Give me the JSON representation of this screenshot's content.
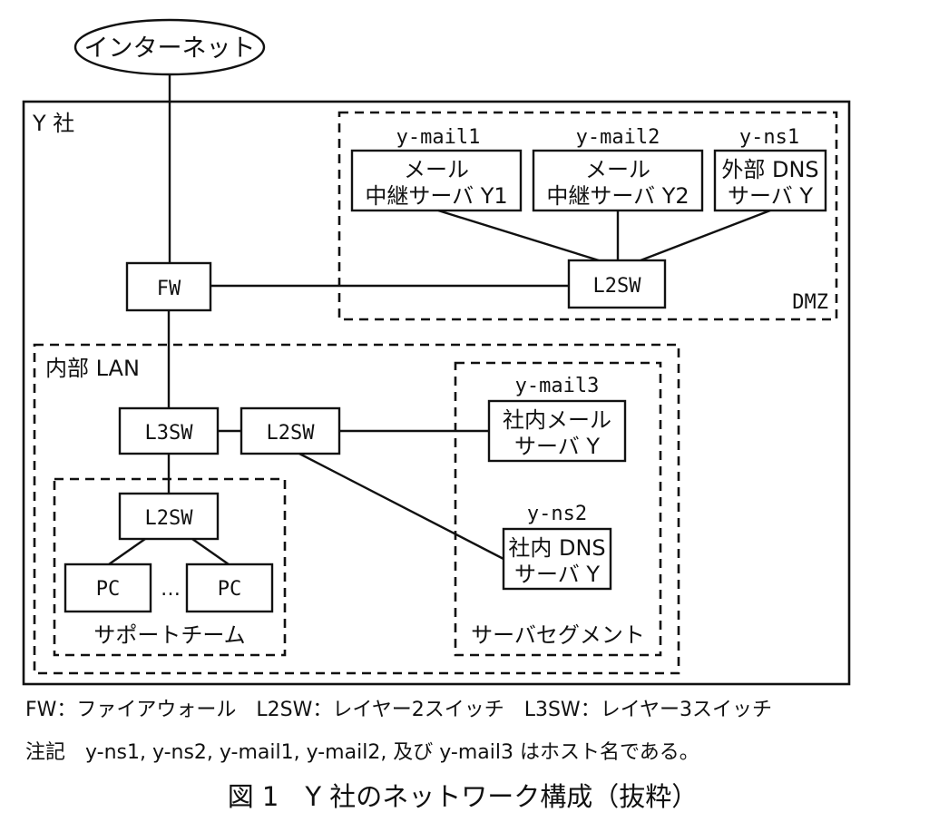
{
  "internet": "インターネット",
  "company": "Y 社",
  "dmz": {
    "label": "DMZ",
    "hosts": [
      "y-mail1",
      "y-mail2",
      "y-ns1"
    ],
    "servers": [
      {
        "line1": "メール",
        "line2": "中継サーバ Y1"
      },
      {
        "line1": "メール",
        "line2": "中継サーバ Y2"
      },
      {
        "line1": "外部 DNS",
        "line2": "サーバ Y"
      }
    ],
    "switch": "L2SW"
  },
  "fw": "FW",
  "lan": {
    "label": "内部 LAN",
    "l3sw": "L3SW",
    "l2sw": "L2SW",
    "support": {
      "label": "サポートチーム",
      "switch": "L2SW",
      "pc1": "PC",
      "pc2": "PC",
      "ellipsis": "…"
    },
    "server_segment": {
      "label": "サーバセグメント",
      "mail_host": "y-mail3",
      "mail_line1": "社内メール",
      "mail_line2": "サーバ Y",
      "ns_host": "y-ns2",
      "ns_line1": "社内 DNS",
      "ns_line2": "サーバ Y"
    }
  },
  "legend": "FW：ファイアウォール　L2SW：レイヤー2スイッチ　L3SW：レイヤー3スイッチ",
  "note": "注記　y-ns1, y-ns2, y-mail1, y-mail2, 及び y-mail3 はホスト名である。",
  "caption": "図 1　Y 社のネットワーク構成（抜粋）"
}
